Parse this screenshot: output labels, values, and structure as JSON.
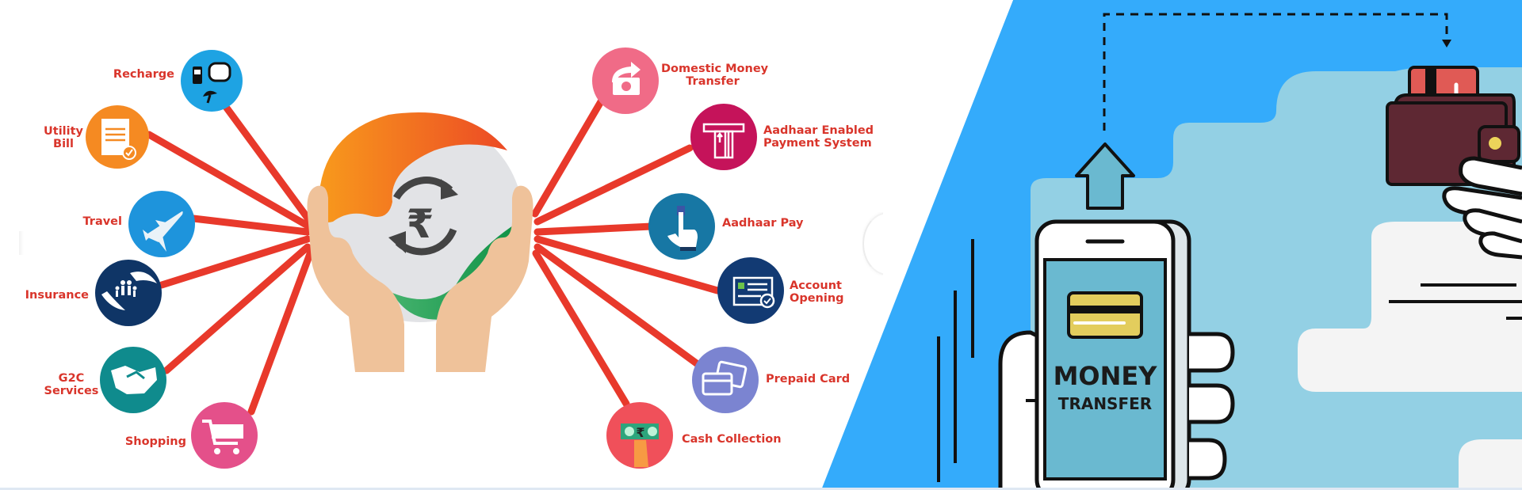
{
  "banner": {
    "left_section": {
      "central_logo": {
        "icon": "rupee-exchange-icon",
        "colors": {
          "orange": "#f58220",
          "green": "#2eaa5e",
          "grey": "#e2e3e6",
          "hands": "#efc29a",
          "rupee": "#444444"
        }
      },
      "connector_color": "#e8392b",
      "label_color": "#d9352b",
      "services_left": [
        {
          "id": "recharge",
          "label": "Recharge",
          "icon": "mobile-tv-dish-icon",
          "color": "#1ea3e3"
        },
        {
          "id": "utility-bill",
          "label_line1": "Utility",
          "label_line2": "Bill",
          "icon": "document-check-icon",
          "color": "#f58a22"
        },
        {
          "id": "travel",
          "label": "Travel",
          "icon": "airplane-icon",
          "color": "#1e94dc"
        },
        {
          "id": "insurance",
          "label": "Insurance",
          "icon": "family-hands-icon",
          "color": "#0f3566"
        },
        {
          "id": "g2c-services",
          "label_line1": "G2C",
          "label_line2": "Services",
          "icon": "handshake-icon",
          "color": "#0f8b8d"
        },
        {
          "id": "shopping",
          "label": "Shopping",
          "icon": "shopping-cart-icon",
          "color": "#e4508a"
        }
      ],
      "services_right": [
        {
          "id": "domestic-money-transfer",
          "label_line1": "Domestic Money",
          "label_line2": "Transfer",
          "icon": "money-send-icon",
          "color": "#f06b87"
        },
        {
          "id": "aeps",
          "label_line1": "Aadhaar Enabled",
          "label_line2": "Payment System",
          "icon": "atm-card-icon",
          "color": "#c5135a"
        },
        {
          "id": "aadhaar-pay",
          "label": "Aadhaar Pay",
          "icon": "finger-tap-icon",
          "color": "#1777a4"
        },
        {
          "id": "account-opening",
          "label_line1": "Account",
          "label_line2": "Opening",
          "icon": "id-card-check-icon",
          "color": "#123a73"
        },
        {
          "id": "prepaid-card",
          "label": "Prepaid Card",
          "icon": "cards-icon",
          "color": "#7b84d1"
        },
        {
          "id": "cash-collection",
          "label": "Cash Collection",
          "icon": "cash-hand-icon",
          "color": "#f0505a"
        }
      ]
    },
    "right_section": {
      "background_color": "#34abfb",
      "cloud_color": "#93d0e4",
      "cloud_light_color": "#f4f4f4",
      "phone": {
        "title": "MONEY",
        "subtitle": "TRANSFER",
        "screen_color": "#6ab9d0",
        "card_color": "#e3cd5d"
      },
      "wallet": {
        "color": "#5e2833",
        "card_color": "#e05a55",
        "clasp_color": "#ecd45a"
      },
      "upload_arrow_icon": "arrow-up-icon"
    }
  }
}
